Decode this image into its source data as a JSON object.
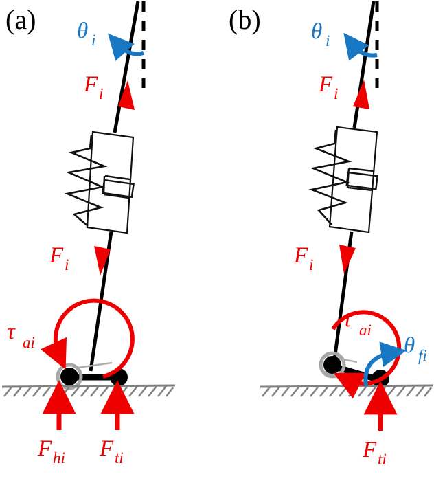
{
  "figure": {
    "title": "Two-state foot-ground contact free body diagram of a leg with series spring-damper",
    "background_color": "#ffffff",
    "colors": {
      "force_red": "#ee0000",
      "angle_blue": "#1878c3",
      "structure_black": "#000000",
      "ground_gray": "#808080",
      "joint_ring_gray": "#a8a8a8"
    }
  },
  "panels": [
    {
      "id": "a",
      "label": "(a)",
      "state_description": "flat foot: heel and toe both in ground contact",
      "annotations": {
        "theta_leg": {
          "symbol": "θ",
          "subscript": "i",
          "color": "#1878c3",
          "meaning": "leg-segment inclination from vertical"
        },
        "force_upper": {
          "symbol": "F",
          "subscript": "i",
          "color": "#ee0000",
          "direction": "up-along-rod"
        },
        "force_lower": {
          "symbol": "F",
          "subscript": "i",
          "color": "#ee0000",
          "direction": "down-along-rod"
        },
        "torque_ankle": {
          "symbol": "τ",
          "subscript": "ai",
          "color": "#ee0000",
          "direction": "counter-clockwise"
        },
        "force_heel": {
          "symbol": "F",
          "subscript": "hi",
          "color": "#ee0000",
          "direction": "up"
        },
        "force_toe": {
          "symbol": "F",
          "subscript": "ti",
          "color": "#ee0000",
          "direction": "up"
        }
      },
      "elements": {
        "spring_damper": "parallel spring and damper in series with leg rod",
        "reference_line": "vertical dashed reference",
        "ground": "hatched ground surface"
      }
    },
    {
      "id": "b",
      "label": "(b)",
      "state_description": "heel off: only toe in ground contact, foot rotated",
      "annotations": {
        "theta_leg": {
          "symbol": "θ",
          "subscript": "i",
          "color": "#1878c3",
          "meaning": "leg-segment inclination from vertical"
        },
        "force_upper": {
          "symbol": "F",
          "subscript": "i",
          "color": "#ee0000",
          "direction": "up-along-rod"
        },
        "force_lower": {
          "symbol": "F",
          "subscript": "i",
          "color": "#ee0000",
          "direction": "down-along-rod"
        },
        "torque_ankle": {
          "symbol": "τ",
          "subscript": "ai",
          "color": "#ee0000",
          "direction": "counter-clockwise"
        },
        "theta_foot": {
          "symbol": "θ",
          "subscript": "fi",
          "color": "#1878c3",
          "meaning": "foot rotation angle"
        },
        "force_toe": {
          "symbol": "F",
          "subscript": "ti",
          "color": "#ee0000",
          "direction": "up"
        }
      },
      "elements": {
        "spring_damper": "parallel spring and damper in series with leg rod",
        "reference_line": "vertical dashed reference",
        "ground": "hatched ground surface"
      }
    }
  ],
  "symbols": {
    "theta": "θ",
    "tau": "τ",
    "F": "F",
    "sub_i": "i",
    "sub_ai": "ai",
    "sub_hi": "hi",
    "sub_ti": "ti",
    "sub_fi": "fi"
  }
}
